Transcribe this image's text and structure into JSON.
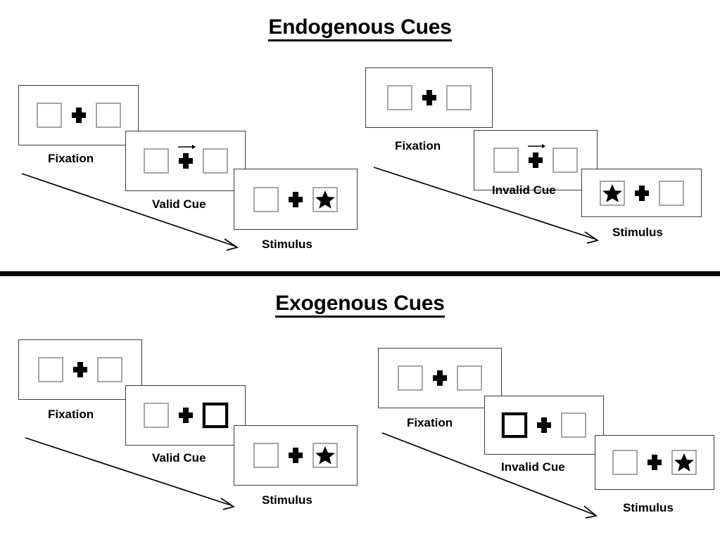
{
  "figure": {
    "sections": [
      {
        "id": "endogenous",
        "title": "Endogenous Cues",
        "trials": [
          {
            "id": "endogenous-valid",
            "panels": [
              {
                "label": "Fixation",
                "left_box": "empty",
                "center": "fixation",
                "right_box": "empty"
              },
              {
                "label": "Valid Cue",
                "left_box": "empty",
                "center": "fixation-arrow-right",
                "right_box": "empty"
              },
              {
                "label": "Stimulus",
                "left_box": "empty",
                "center": "fixation",
                "right_box": "star"
              }
            ]
          },
          {
            "id": "endogenous-invalid",
            "panels": [
              {
                "label": "Fixation",
                "left_box": "empty",
                "center": "fixation",
                "right_box": "empty"
              },
              {
                "label": "Invalid Cue",
                "left_box": "empty",
                "center": "fixation-arrow-right",
                "right_box": "empty"
              },
              {
                "label": "Stimulus",
                "left_box": "star",
                "center": "fixation",
                "right_box": "empty"
              }
            ]
          }
        ]
      },
      {
        "id": "exogenous",
        "title": "Exogenous Cues",
        "trials": [
          {
            "id": "exogenous-valid",
            "panels": [
              {
                "label": "Fixation",
                "left_box": "empty",
                "center": "fixation",
                "right_box": "empty"
              },
              {
                "label": "Valid Cue",
                "left_box": "empty",
                "center": "fixation",
                "right_box": "cue"
              },
              {
                "label": "Stimulus",
                "left_box": "empty",
                "center": "fixation",
                "right_box": "star"
              }
            ]
          },
          {
            "id": "exogenous-invalid",
            "panels": [
              {
                "label": "Fixation",
                "left_box": "empty",
                "center": "fixation",
                "right_box": "empty"
              },
              {
                "label": "Invalid Cue",
                "left_box": "cue",
                "center": "fixation",
                "right_box": "empty"
              },
              {
                "label": "Stimulus",
                "left_box": "empty",
                "center": "fixation",
                "right_box": "star"
              }
            ]
          }
        ]
      }
    ],
    "colors": {
      "box_border": "#a6a6a6",
      "cue_border": "#000000",
      "panel_border": "#3b3b3b",
      "ink": "#000000",
      "background": "#ffffff"
    }
  }
}
